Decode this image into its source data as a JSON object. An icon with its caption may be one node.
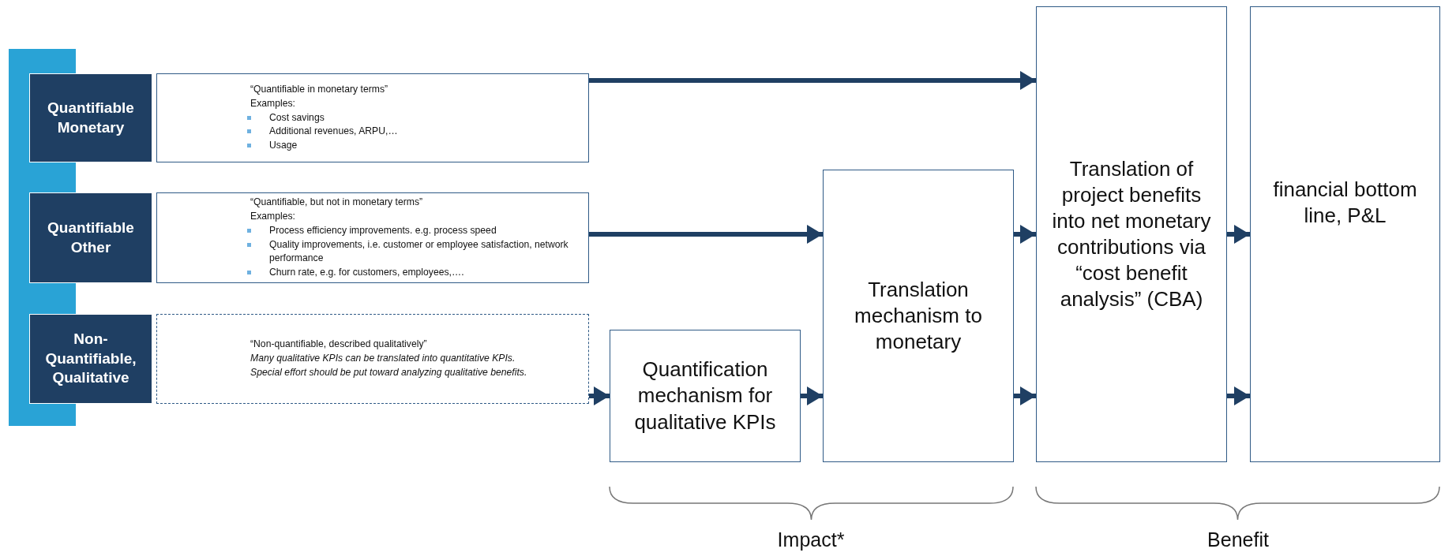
{
  "diagram": {
    "nodes": [
      {
        "text": [
          "Quantifiable Monetary"
        ]
      },
      {
        "text": [
          "“Quantifiable in monetary terms”",
          "Examples:",
          "Cost savings",
          "Additional revenues, ARPU,…",
          "Usage"
        ]
      },
      {
        "text": [
          "Quantifiable Other"
        ]
      },
      {
        "text": [
          "“Quantifiable, but not in monetary terms”",
          "Examples:",
          "Process efficiency improvements. e.g. process speed",
          "Quality improvements, i.e. customer or employee satisfaction, network performance",
          "Churn rate, e.g.  for customers, employees,…."
        ]
      },
      {
        "text": [
          "Non-Quantifiable, Qualitative"
        ]
      },
      {
        "text": [
          "“Non-quantifiable, described qualitatively”",
          "Many qualitative KPIs can be translated into quantitative KPIs.",
          "Special effort should be put toward analyzing qualitative benefits."
        ]
      },
      {
        "text": [
          "Quantification mechanism for qualitative KPIs"
        ]
      },
      {
        "text": [
          "Translation mechanism to monetary"
        ]
      },
      {
        "text": [
          "Translation of project benefits into net monetary contributions via “cost benefit analysis” (CBA)"
        ]
      },
      {
        "text": [
          "financial bottom line, P&L"
        ]
      },
      {
        "text": [],
        "shape": "bar"
      }
    ],
    "edges": [
      {
        "from": 1,
        "to": 8,
        "arrow": "to"
      },
      {
        "from": 3,
        "to": 7,
        "arrow": "to"
      },
      {
        "from": 7,
        "to": 8,
        "arrow": "to"
      },
      {
        "from": 5,
        "to": 6,
        "arrow": "to"
      },
      {
        "from": 6,
        "to": 7,
        "arrow": "to"
      },
      {
        "from": 7,
        "to": 8,
        "arrow": "to"
      },
      {
        "from": 8,
        "to": 9,
        "arrow": "to"
      },
      {
        "from": 8,
        "to": 9,
        "arrow": "to"
      }
    ],
    "labels": [
      "Impact*",
      "Benefit"
    ]
  }
}
